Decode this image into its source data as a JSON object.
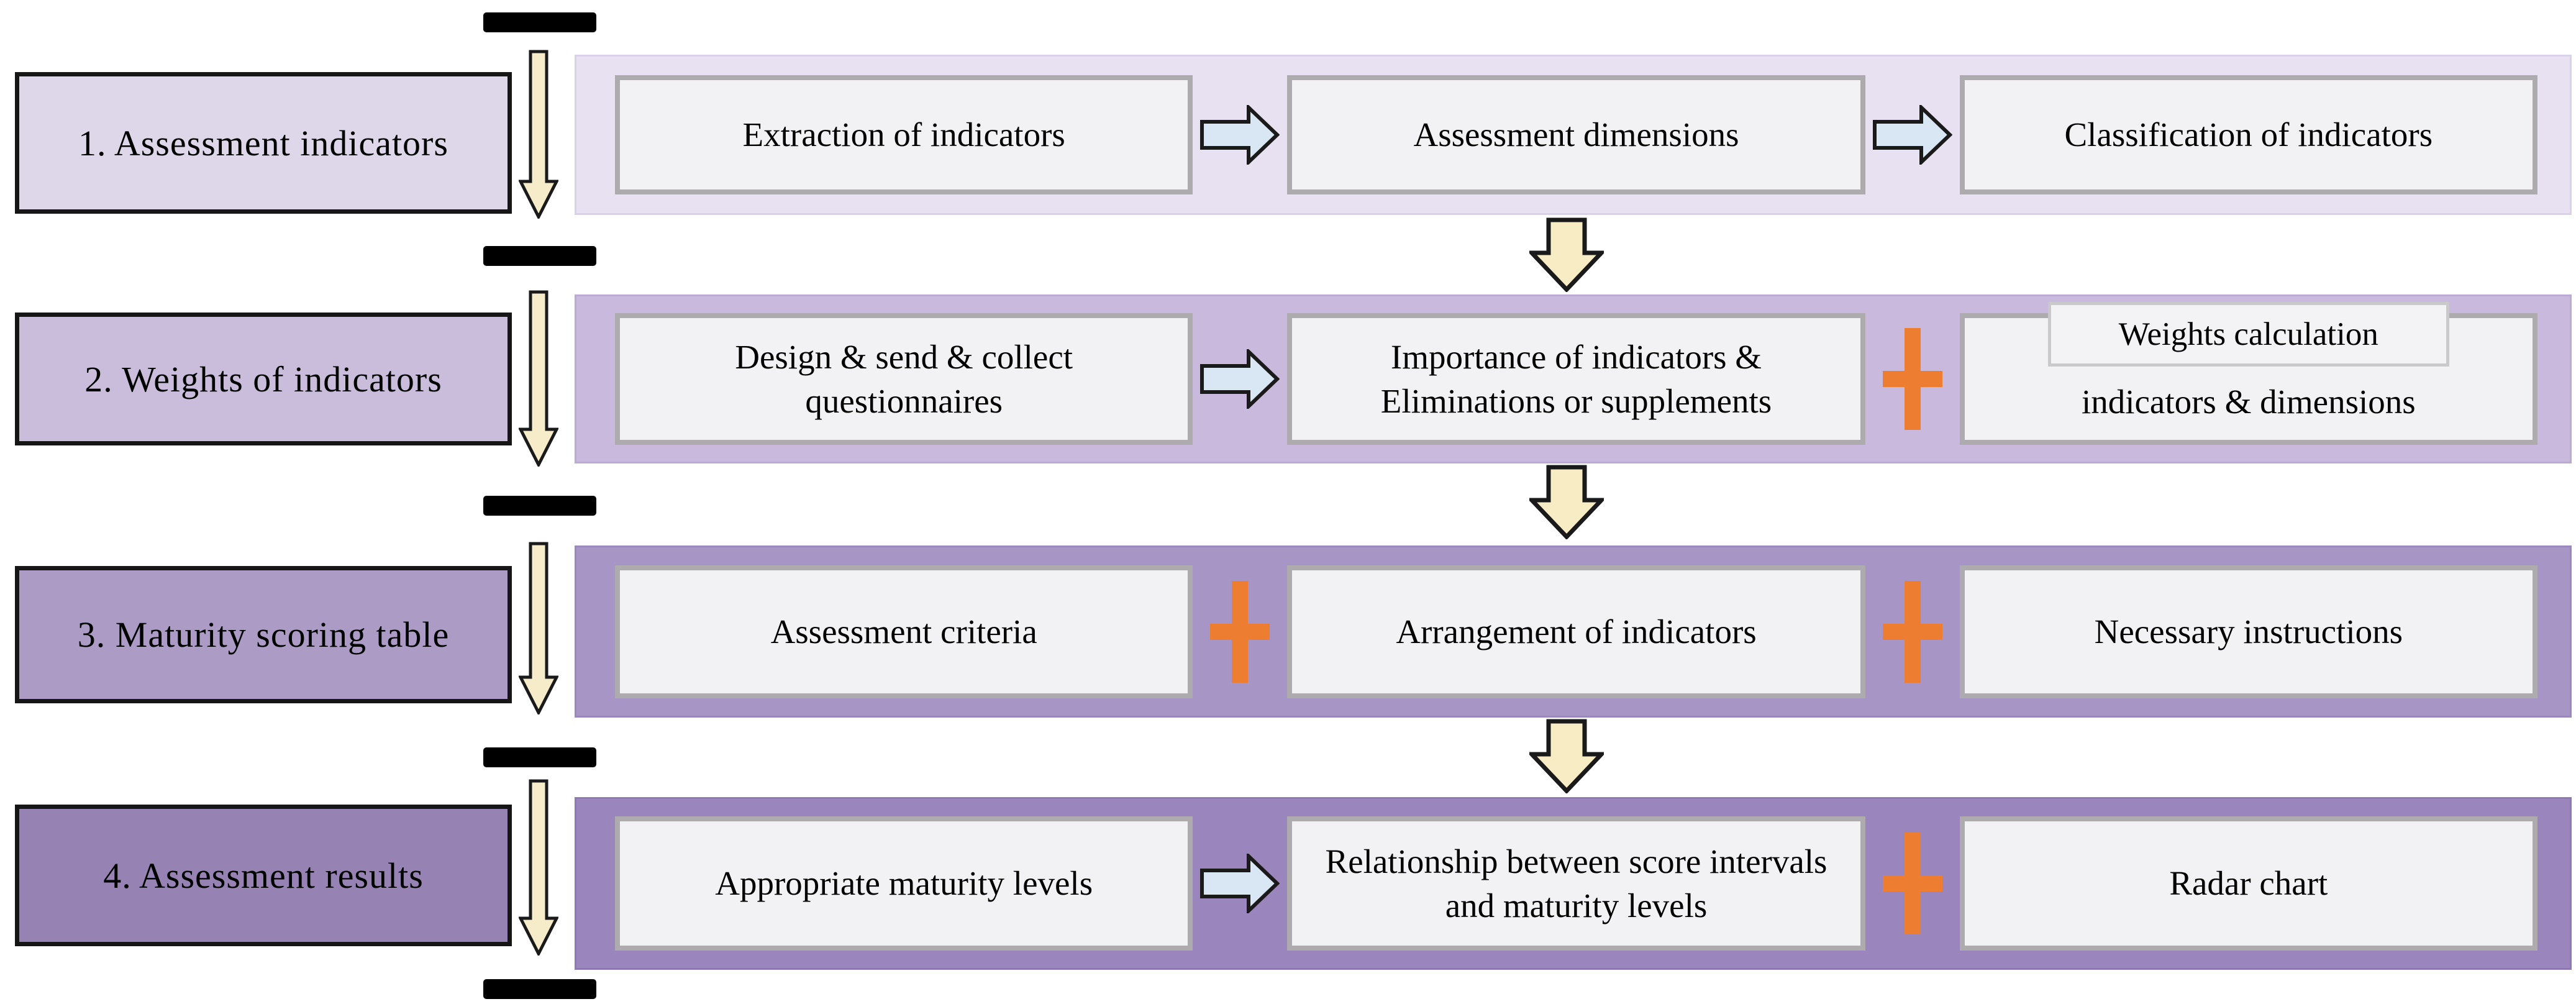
{
  "diagram": {
    "stages": [
      {
        "label": "1. Assessment indicators",
        "steps": [
          "Extraction of indicators",
          "Assessment dimensions",
          "Classification of indicators"
        ],
        "connectors": [
          "arrow",
          "arrow"
        ]
      },
      {
        "label": "2. Weights of indicators",
        "steps": [
          "Design & send & collect questionnaires",
          "Importance of indicators & Eliminations or supplements",
          "indicators & dimensions"
        ],
        "overlay_label": "Weights calculation",
        "connectors": [
          "arrow",
          "plus"
        ]
      },
      {
        "label": "3. Maturity scoring table",
        "steps": [
          "Assessment criteria",
          "Arrangement of indicators",
          "Necessary instructions"
        ],
        "connectors": [
          "plus",
          "plus"
        ]
      },
      {
        "label": "4. Assessment results",
        "steps": [
          "Appropriate maturity levels",
          "Relationship between score intervals and maturity levels",
          "Radar chart"
        ],
        "connectors": [
          "arrow",
          "plus"
        ]
      }
    ],
    "colors": {
      "stage_label_bg": [
        "#ded7e9",
        "#c9bddb",
        "#ab9bc5",
        "#9682b3"
      ],
      "stage_container_bg": [
        "#e7e1f1",
        "#c9badd",
        "#a795c6",
        "#9a86bc"
      ],
      "step_box_bg": "#f2f1f3",
      "step_box_border": "#adabae",
      "plus_sign": "#ed7d31",
      "right_arrow_fill": "#d9e7f4",
      "down_arrow_fill": "#f8ecc5",
      "timeline_arrow_fill": "#f6ecca",
      "timeline_bar": "#000000",
      "outline": "#1a1a1a"
    }
  }
}
